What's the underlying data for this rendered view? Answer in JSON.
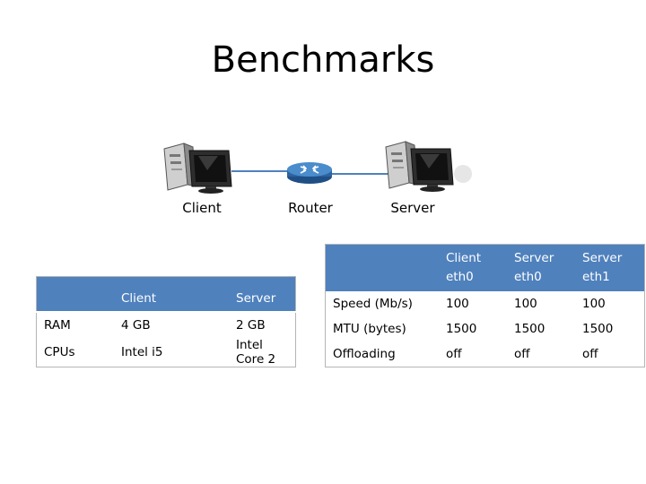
{
  "slide": {
    "title": "Benchmarks"
  },
  "diagram": {
    "nodes": [
      {
        "id": "client",
        "label": "Client",
        "icon": "desktop-computer-icon"
      },
      {
        "id": "router",
        "label": "Router",
        "icon": "router-icon"
      },
      {
        "id": "server",
        "label": "Server",
        "icon": "desktop-computer-icon"
      }
    ],
    "link_color": "#4f81bd"
  },
  "specs_table": {
    "header": [
      "",
      "Client",
      "Server"
    ],
    "rows": [
      [
        "RAM",
        "4 GB",
        "2 GB"
      ],
      [
        "CPUs",
        "Intel i5",
        "Intel Core 2"
      ]
    ]
  },
  "nic_table": {
    "header": [
      [
        "",
        ""
      ],
      [
        "Client",
        "eth0"
      ],
      [
        "Server",
        "eth0"
      ],
      [
        "Server",
        "eth1"
      ]
    ],
    "rows": [
      [
        "Speed (Mb/s)",
        "100",
        "100",
        "100"
      ],
      [
        "MTU (bytes)",
        "1500",
        "1500",
        "1500"
      ],
      [
        "Offloading",
        "off",
        "off",
        "off"
      ]
    ]
  },
  "colors": {
    "header_bg": "#4f81bd",
    "header_text": "#ffffff",
    "router_blue": "#3b78b5"
  }
}
